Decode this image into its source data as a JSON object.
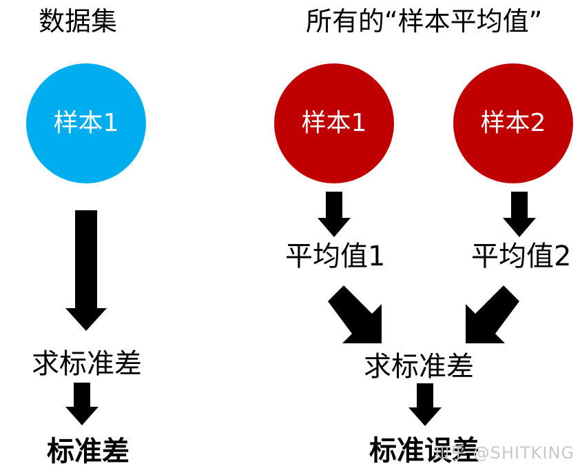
{
  "left": {
    "title": "数据集",
    "sample_label": "样本1",
    "step_label": "求标准差",
    "result_label": "标准差"
  },
  "right": {
    "title": "所有的“样本平均值”",
    "samples": [
      {
        "label": "样本1"
      },
      {
        "label": "样本2"
      }
    ],
    "means": [
      {
        "label": "平均值1"
      },
      {
        "label": "平均值2"
      }
    ],
    "step_label": "求标准差",
    "result_label": "标准误差"
  },
  "watermark": "知乎 @SHITKING",
  "colors": {
    "left_circle": "#00aeef",
    "right_circle": "#c00000",
    "arrow": "#000000",
    "background": "#ffffff"
  }
}
